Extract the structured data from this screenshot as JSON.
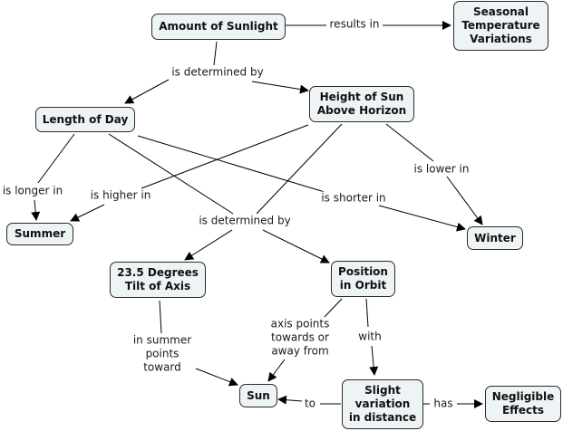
{
  "concept_map": {
    "nodes": {
      "amount_of_sunlight": "Amount of Sunlight",
      "seasonal_temperature_variations": "Seasonal\nTemperature\nVariations",
      "length_of_day": "Length of Day",
      "height_of_sun": "Height of Sun\nAbove Horizon",
      "summer": "Summer",
      "winter": "Winter",
      "tilt_of_axis": "23.5 Degrees\nTilt of Axis",
      "position_in_orbit": "Position\nin Orbit",
      "sun": "Sun",
      "slight_variation": "Slight\nvariation\nin distance",
      "negligible_effects": "Negligible\nEffects"
    },
    "links": {
      "results_in": "results in",
      "is_determined_by_1": "is determined by",
      "is_longer_in": "is longer in",
      "is_higher_in": "is higher in",
      "is_shorter_in": "is shorter in",
      "is_lower_in": "is lower in",
      "is_determined_by_2": "is determined by",
      "in_summer_points_toward": "in summer\npoints\ntoward",
      "axis_points": "axis points\ntowards or\naway from",
      "with": "with",
      "to": "to",
      "has": "has"
    }
  }
}
